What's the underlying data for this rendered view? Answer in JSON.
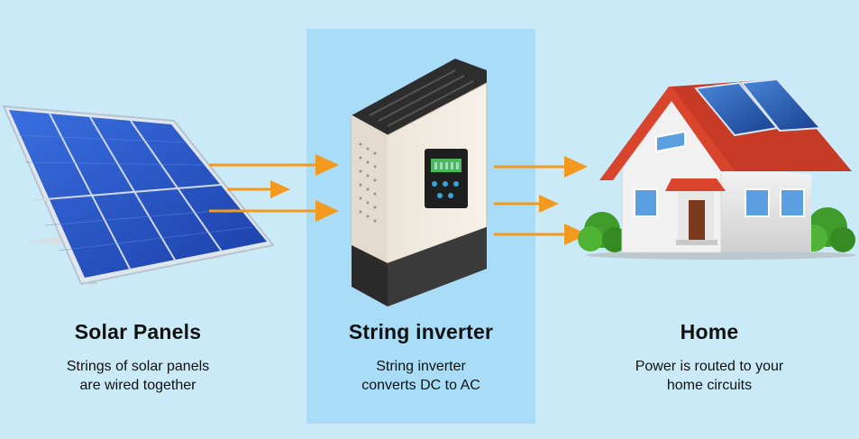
{
  "columns": [
    {
      "title": "Solar Panels",
      "description_lines": [
        "Strings of solar panels",
        "are wired together"
      ]
    },
    {
      "title": "String inverter",
      "description_lines": [
        "String inverter",
        "converts DC to AC"
      ]
    },
    {
      "title": "Home",
      "description_lines": [
        "Power is routed to your",
        "home circuits"
      ]
    }
  ],
  "colors": {
    "background": "#cbeaf8",
    "highlight": "#a9dcf6",
    "arrow": "#f39a1e",
    "panel_cell": "#2a57c8",
    "roof": "#d9442c",
    "tree": "#3f9c2b"
  },
  "icons": [
    "solar-panel-icon",
    "inverter-icon",
    "house-icon",
    "arrow-icon",
    "tree-icon"
  ]
}
